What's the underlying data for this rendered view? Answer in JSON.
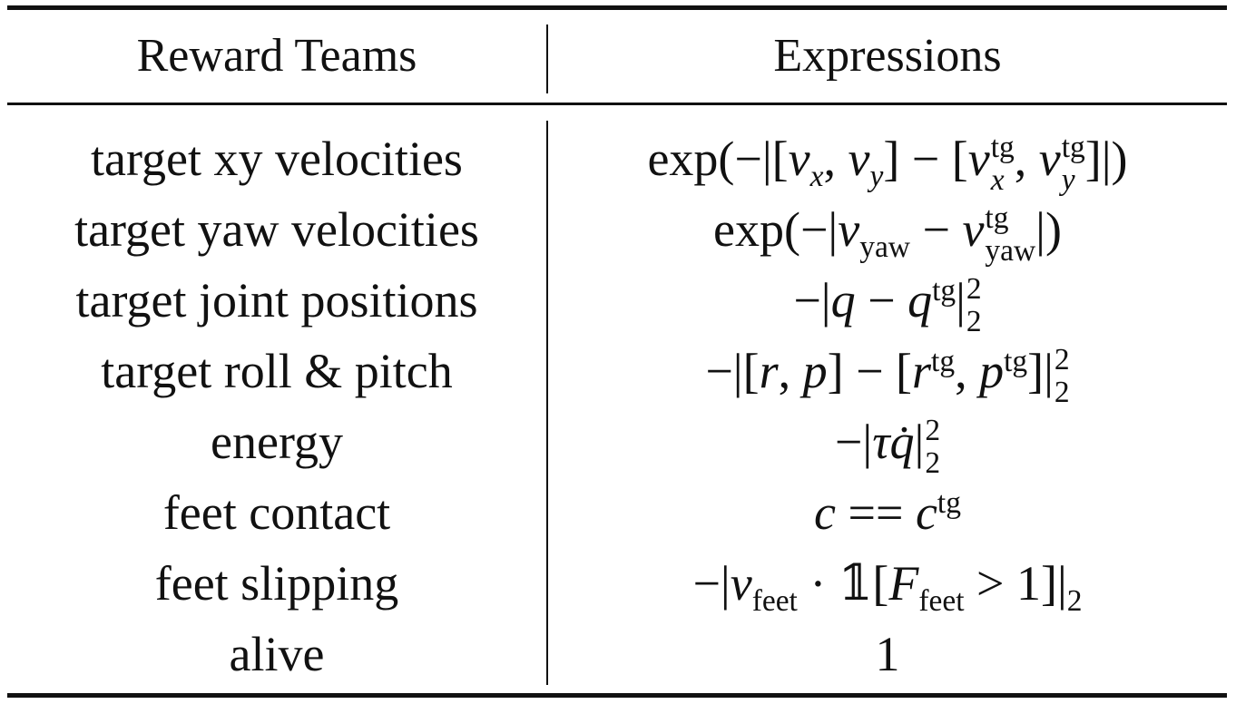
{
  "table": {
    "headers": {
      "reward_terms": "Reward Teams",
      "expressions": "Expressions"
    },
    "rows": [
      {
        "term": "target xy velocities",
        "expr": "exp(−|[v_x, v_y] − [v_x^tg, v_y^tg]|)"
      },
      {
        "term": "target yaw velocities",
        "expr": "exp(−|v_yaw − v_yaw^tg|)"
      },
      {
        "term": "target joint positions",
        "expr": "−|q − q^tg|_2^2"
      },
      {
        "term": "target roll & pitch",
        "expr": "−|[r, p] − [r^tg, p^tg]|_2^2"
      },
      {
        "term": "energy",
        "expr": "−|τq̇|_2^2"
      },
      {
        "term": "feet contact",
        "expr": "c == c^tg"
      },
      {
        "term": "feet slipping",
        "expr": "−|v_feet · 𝟙[F_feet > 1]|_2"
      },
      {
        "term": "alive",
        "expr": "1"
      }
    ]
  }
}
